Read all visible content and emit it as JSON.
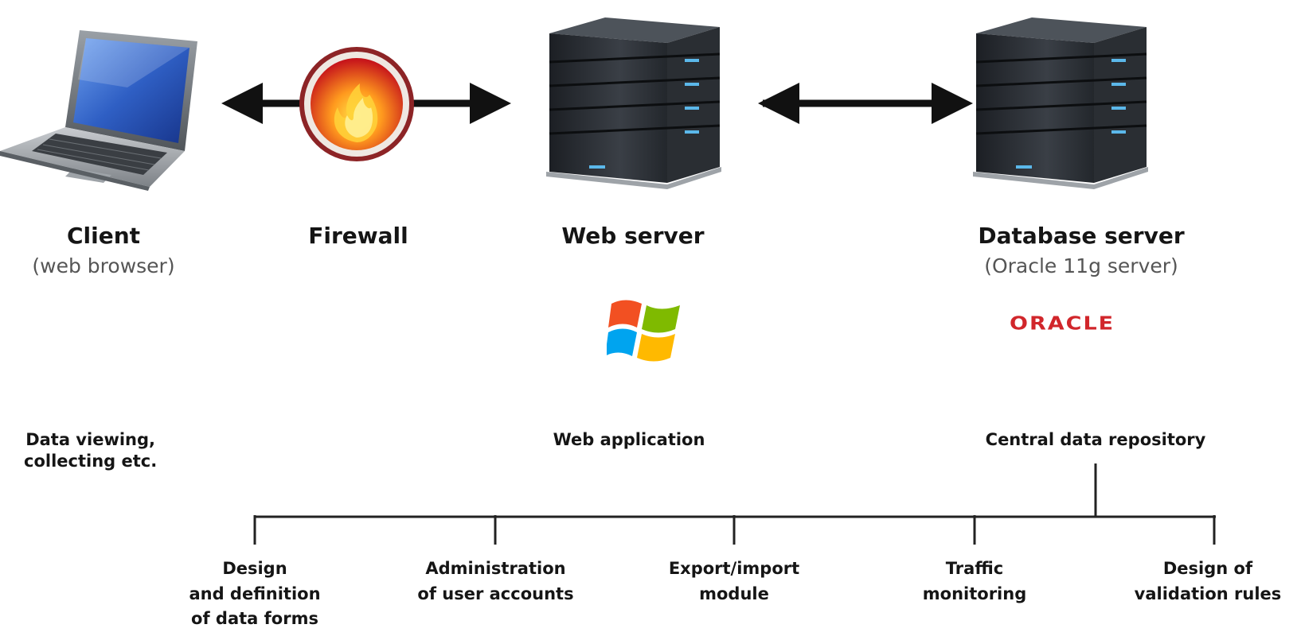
{
  "nodes": {
    "client": {
      "title": "Client",
      "subtitle": "(web browser)"
    },
    "firewall": {
      "title": "Firewall"
    },
    "web_server": {
      "title": "Web server"
    },
    "db_server": {
      "title": "Database server",
      "subtitle": "(Oracle 11g server)",
      "logo_text": "ORACLE"
    }
  },
  "roles": {
    "client": "Data viewing, collecting etc.",
    "client_lines": [
      "Data viewing,",
      "collecting etc."
    ],
    "web": "Web application",
    "db": "Central data repository"
  },
  "modules": [
    {
      "lines": [
        "Design",
        "and definition",
        "of data forms"
      ]
    },
    {
      "lines": [
        "Administration",
        "of user accounts"
      ]
    },
    {
      "lines": [
        "Export/import",
        "module"
      ]
    },
    {
      "lines": [
        "Traffic",
        "monitoring"
      ]
    },
    {
      "lines": [
        "Design of",
        "validation rules"
      ]
    }
  ],
  "colors": {
    "oracle_red": "#d1262b",
    "arrow": "#111111",
    "server_led": "#5bb8ea",
    "laptop_screen": "#2f5fc4"
  },
  "icons": [
    "laptop-icon",
    "firewall-icon",
    "server-icon",
    "windows-logo-icon",
    "oracle-logo"
  ]
}
